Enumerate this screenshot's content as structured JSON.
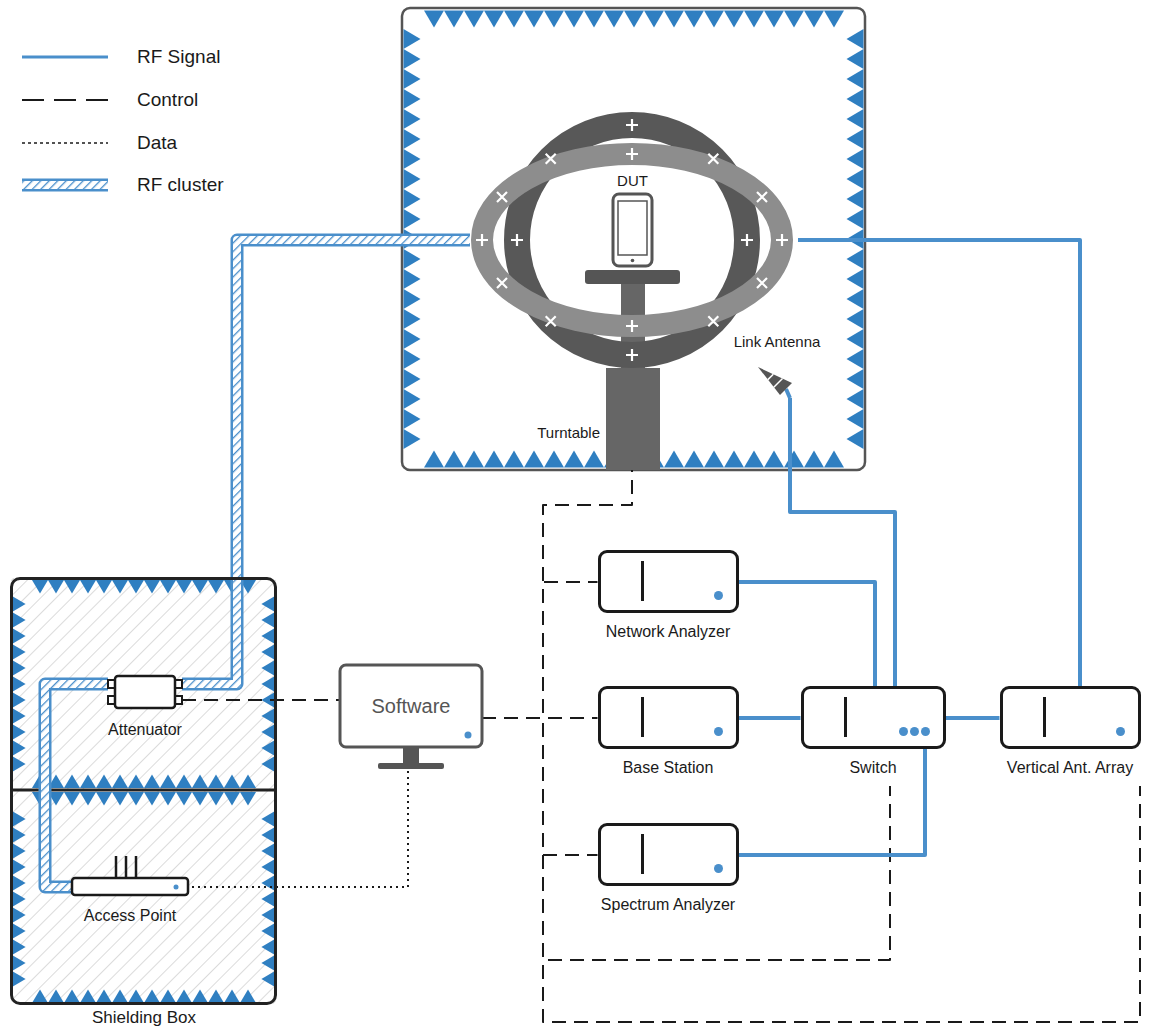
{
  "diagram": {
    "nodes": [
      {
        "text": [
          "Shielding Box"
        ]
      },
      {
        "text": [
          "Attenuator"
        ],
        "in": 0
      },
      {
        "text": [
          "Access Point"
        ],
        "in": 0
      },
      {
        "text": [
          "Software"
        ]
      },
      {
        "text": [
          "DUT"
        ]
      },
      {
        "text": [
          "Turntable"
        ]
      },
      {
        "text": [
          "Link Antenna"
        ]
      },
      {
        "text": [
          "Network Analyzer"
        ]
      },
      {
        "text": [
          "Base Station"
        ]
      },
      {
        "text": [
          "Switch"
        ]
      },
      {
        "text": [
          "Spectrum Analyzer"
        ]
      },
      {
        "text": [
          "Vertical Ant. Array"
        ]
      }
    ],
    "edges": [
      {
        "from": 3,
        "to": 1,
        "arrow": "none"
      },
      {
        "from": 3,
        "to": 2,
        "arrow": "none"
      },
      {
        "from": 1,
        "to": 2,
        "arrow": "none"
      },
      {
        "from": 3,
        "to": 8,
        "arrow": "none"
      },
      {
        "from": 3,
        "to": 7,
        "arrow": "none"
      },
      {
        "from": 3,
        "to": 10,
        "arrow": "none"
      },
      {
        "from": 3,
        "to": 5,
        "arrow": "none"
      },
      {
        "from": 3,
        "to": 9,
        "arrow": "none"
      },
      {
        "from": 3,
        "to": 11,
        "arrow": "none"
      },
      {
        "from": 7,
        "to": 9,
        "arrow": "none"
      },
      {
        "from": 8,
        "to": 9,
        "arrow": "none"
      },
      {
        "from": 10,
        "to": 9,
        "arrow": "none"
      },
      {
        "from": 9,
        "to": 11,
        "arrow": "none"
      },
      {
        "from": 9,
        "to": 6,
        "arrow": "none"
      }
    ],
    "legend": [
      {
        "text": "RF Signal"
      },
      {
        "text": "Control"
      },
      {
        "text": "Data"
      },
      {
        "text": "RF cluster"
      }
    ]
  }
}
